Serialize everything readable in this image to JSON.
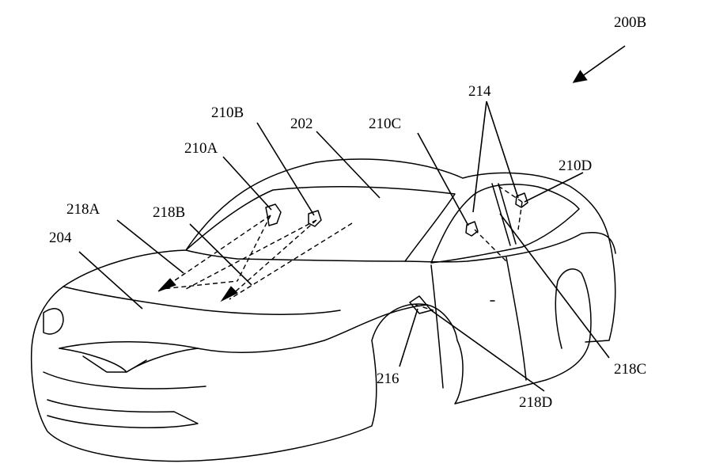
{
  "figure": {
    "reference": "200B",
    "labels": {
      "windshield": "202",
      "hood": "204",
      "sensor_a": "210A",
      "sensor_b": "210B",
      "sensor_c": "210C",
      "sensor_d": "210D",
      "occupants": "214",
      "side_sensor": "216",
      "beam_a": "218A",
      "beam_b": "218B",
      "beam_c": "218C",
      "beam_d": "218D"
    }
  }
}
